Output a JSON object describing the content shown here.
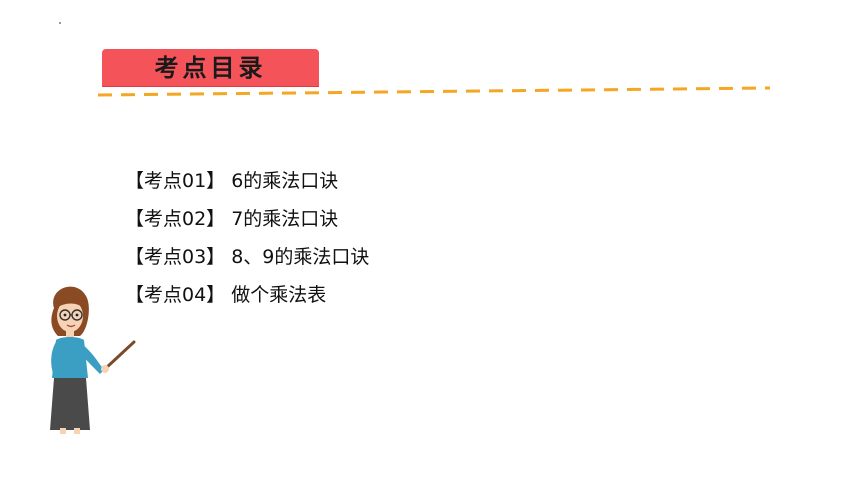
{
  "title": "考点目录",
  "toc": [
    {
      "tag": "【考点01】",
      "text": "6的乘法口诀"
    },
    {
      "tag": "【考点02】",
      "text": "7的乘法口诀"
    },
    {
      "tag": "【考点03】",
      "text": "8、9的乘法口诀"
    },
    {
      "tag": "【考点04】",
      "text": "做个乘法表"
    }
  ],
  "colors": {
    "title_tab": "#f4535a",
    "dashed_line": "#f5a623"
  },
  "icons": {
    "illustration": "teacher-pointer-illustration"
  }
}
